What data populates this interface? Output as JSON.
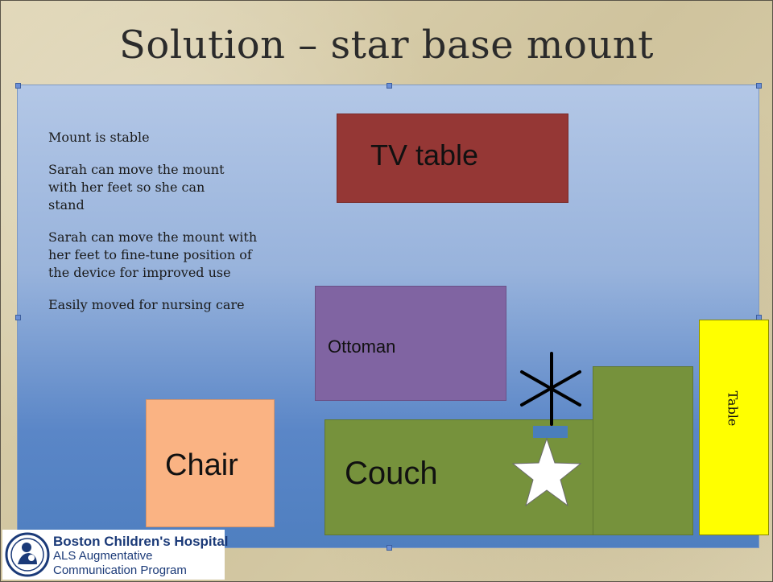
{
  "slide": {
    "title": "Solution – star base mount"
  },
  "notes": [
    "Mount is stable",
    "Sarah can move the mount with her feet so she can stand",
    "Sarah can move the mount with her feet to fine-tune position of the device for improved use",
    "Easily moved for nursing care"
  ],
  "furniture": {
    "tv_table": "TV table",
    "ottoman": "Ottoman",
    "chair": "Chair",
    "couch": "Couch",
    "table": "Table"
  },
  "colors": {
    "tv_table": "#953735",
    "ottoman": "#8064a2",
    "chair": "#fab383",
    "couch": "#76923c",
    "table": "#ffff00",
    "mount_base": "#4a7ebb",
    "mount_pole": "#e46c0a"
  },
  "logo": {
    "name": "Boston Children's Hospital",
    "line1": "ALS Augmentative",
    "line2": "Communication Program"
  },
  "icons": {
    "star_base": "white-star-icon",
    "mount_legs": "asterisk-legs-icon",
    "seal": "hospital-seal-icon"
  }
}
